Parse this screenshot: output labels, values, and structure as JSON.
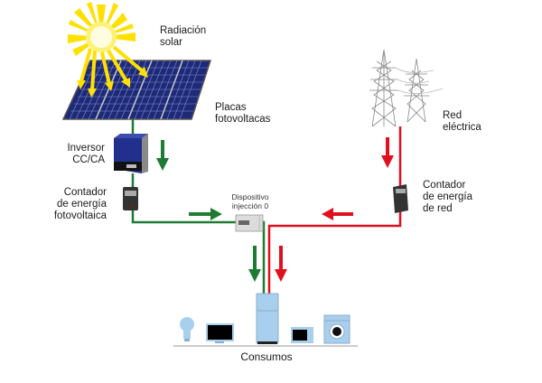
{
  "diagram": {
    "title": "Sistema fotovoltaico de autoconsumo con inyección cero",
    "labels": {
      "solar_radiation": [
        "Radiación",
        "solar"
      ],
      "pv_panels": [
        "Placas",
        "fotovoltacas"
      ],
      "inverter": [
        "Inversor",
        "CC/CA"
      ],
      "pv_meter": [
        "Contador",
        "de energía",
        "fotovoltaica"
      ],
      "zero_injection": [
        "Dispositivo",
        "injección 0"
      ],
      "grid": [
        "Red",
        "eléctrica"
      ],
      "grid_meter": [
        "Contador",
        "de energía",
        "de red"
      ],
      "loads": "Consumos"
    },
    "nodes": [
      "Radiación solar",
      "Placas fotovoltacas",
      "Inversor CC/CA",
      "Contador de energía fotovoltaica",
      "Dispositivo injección 0",
      "Red eléctrica",
      "Contador de energía de red",
      "Consumos"
    ],
    "edges": [
      {
        "from": "Placas fotovoltacas",
        "to": "Inversor CC/CA",
        "color": "green"
      },
      {
        "from": "Inversor CC/CA",
        "to": "Contador de energía fotovoltaica",
        "color": "green"
      },
      {
        "from": "Contador de energía fotovoltaica",
        "to": "Dispositivo injección 0",
        "color": "green"
      },
      {
        "from": "Dispositivo injección 0",
        "to": "Consumos",
        "color": "green"
      },
      {
        "from": "Red eléctrica",
        "to": "Contador de energía de red",
        "color": "red"
      },
      {
        "from": "Contador de energía de red",
        "to": "Consumos",
        "color": "red"
      }
    ],
    "appliances": [
      "bulb",
      "tv",
      "fridge",
      "microwave",
      "washing-machine"
    ],
    "colors": {
      "pv_flow": "#1f7a33",
      "grid_flow": "#e0101e",
      "sun": "#ffe000",
      "panel": "#1e2a78",
      "appliance": "#a9cfee"
    }
  }
}
